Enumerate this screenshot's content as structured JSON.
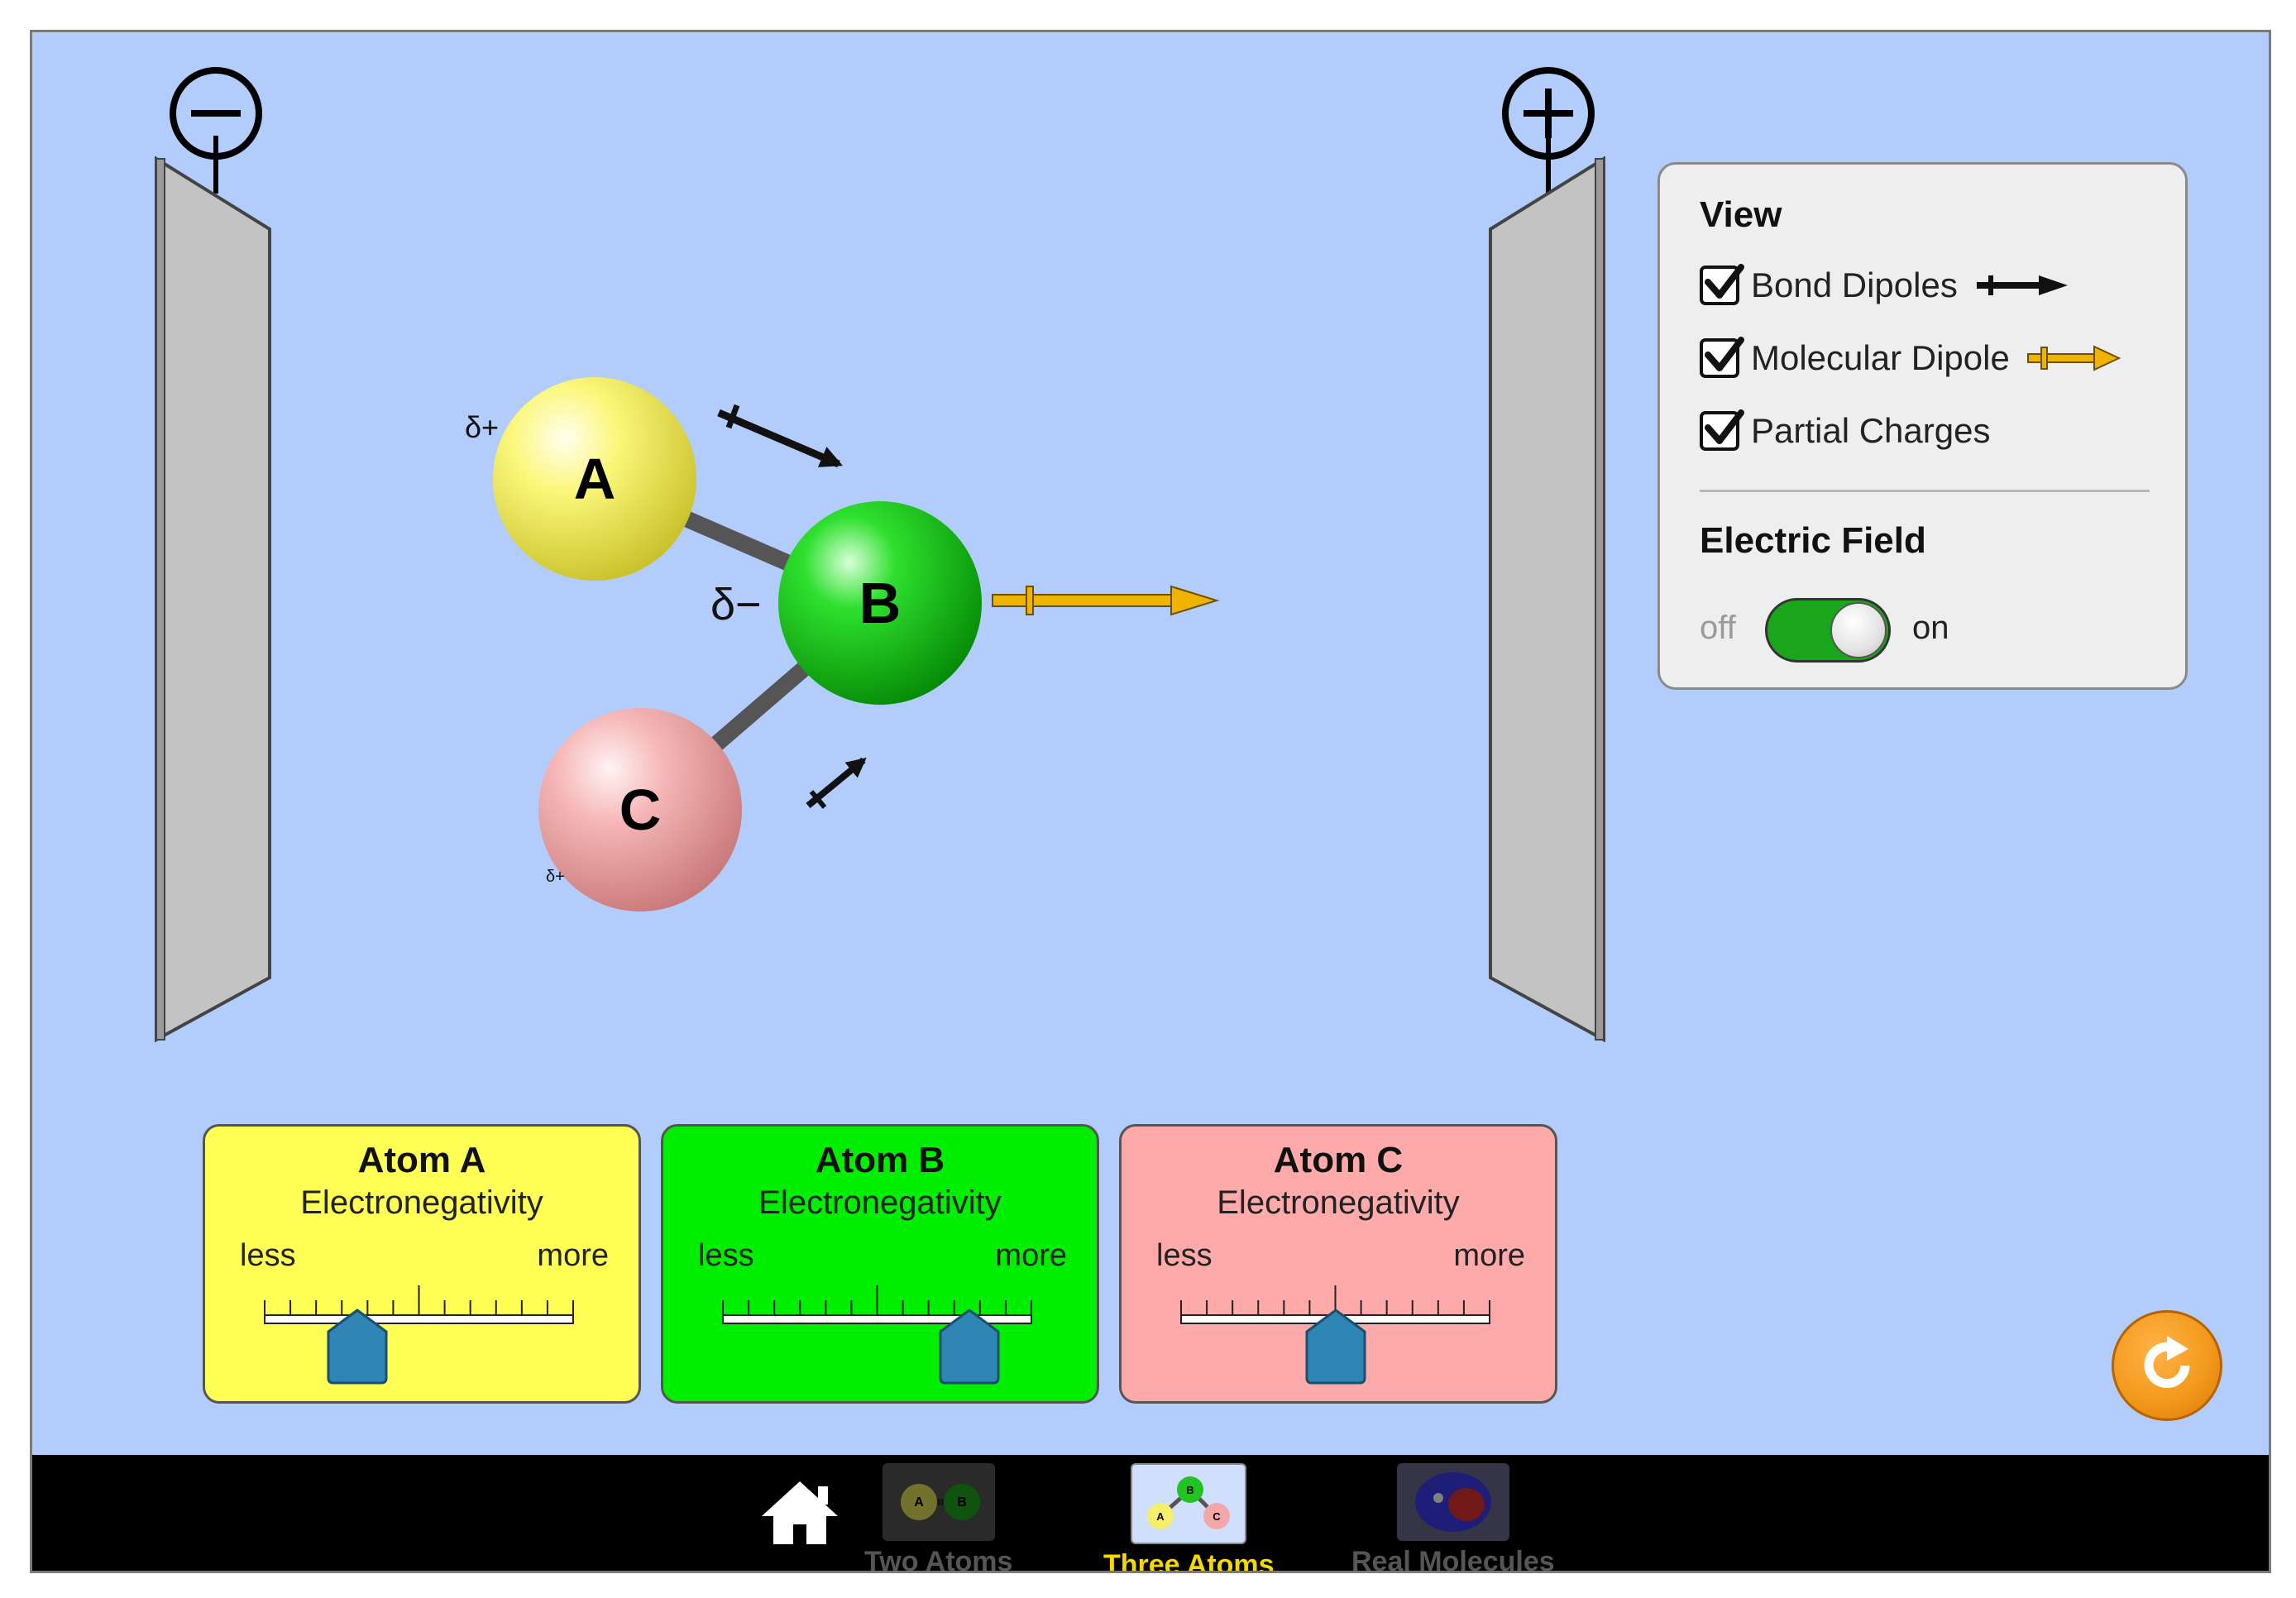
{
  "simulation": {
    "plates": {
      "negative_symbol": "−",
      "positive_symbol": "+"
    },
    "atoms": [
      {
        "id": "A",
        "label": "A",
        "partial_charge": "δ+",
        "color": "#f5f06a"
      },
      {
        "id": "B",
        "label": "B",
        "partial_charge": "δ−",
        "color": "#21c421"
      },
      {
        "id": "C",
        "label": "C",
        "partial_charge": "δ+",
        "color": "#f2a8a8"
      }
    ],
    "bond_dipole_color": "#111111",
    "molecular_dipole_color": "#f0b400"
  },
  "view_panel": {
    "view_title": "View",
    "options": [
      {
        "label": "Bond Dipoles",
        "checked": true
      },
      {
        "label": "Molecular Dipole",
        "checked": true
      },
      {
        "label": "Partial Charges",
        "checked": true
      }
    ],
    "electric_field_title": "Electric Field",
    "toggle_off_label": "off",
    "toggle_on_label": "on",
    "electric_field_on": true
  },
  "electronegativity": [
    {
      "title": "Atom A",
      "subtitle": "Electronegativity",
      "less": "less",
      "more": "more",
      "value_fraction": 0.3,
      "color": "#ffff55"
    },
    {
      "title": "Atom B",
      "subtitle": "Electronegativity",
      "less": "less",
      "more": "more",
      "value_fraction": 0.8,
      "color": "#00ee00"
    },
    {
      "title": "Atom C",
      "subtitle": "Electronegativity",
      "less": "less",
      "more": "more",
      "value_fraction": 0.5,
      "color": "#ffaaaa"
    }
  ],
  "reset_icon": "reset-icon",
  "nav": {
    "home_icon": "home-icon",
    "items": [
      {
        "label": "Two Atoms",
        "selected": false
      },
      {
        "label": "Three Atoms",
        "selected": true
      },
      {
        "label": "Real Molecules",
        "selected": false
      }
    ]
  }
}
